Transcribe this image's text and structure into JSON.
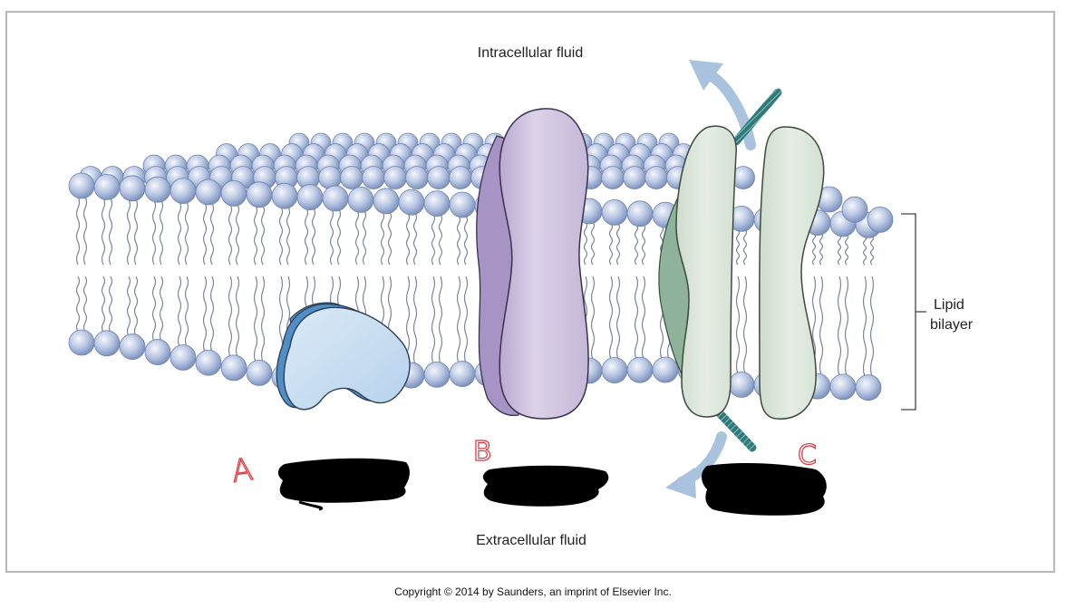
{
  "labels": {
    "intracellular": "Intracellular fluid",
    "extracellular": "Extracellular fluid",
    "lipid_line1": "Lipid",
    "lipid_line2": "bilayer",
    "copyright": "Copyright © 2014 by Saunders, an imprint of Elsevier Inc."
  },
  "handwritten": {
    "a": "A",
    "b": "B",
    "c": "C",
    "color": "#e0303a"
  },
  "colors": {
    "lipid_head": "#a9b9d8",
    "protein_a": "#c5dcef",
    "protein_b": "#cfc3dc",
    "protein_c": "#dce5db",
    "arrow": "#a9c2de",
    "redaction": "#000000"
  }
}
